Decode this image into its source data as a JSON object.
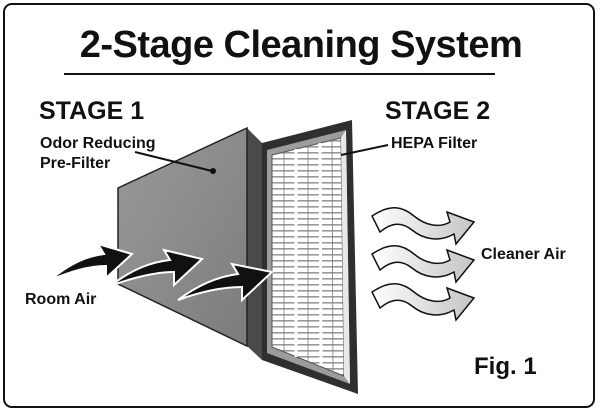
{
  "title": "2-Stage Cleaning System",
  "stage1": {
    "heading": "STAGE 1",
    "line1": "Odor Reducing",
    "line2": "Pre-Filter"
  },
  "stage2": {
    "heading": "STAGE 2",
    "label": "HEPA Filter"
  },
  "room_air": "Room Air",
  "cleaner_air": "Cleaner Air",
  "figure": "Fig. 1",
  "colors": {
    "prefilter_face": "#8a8a8a",
    "prefilter_edge": "#4a4a4a",
    "hepa_frame": "#2f2f2f",
    "hepa_frame_inner": "#9a9a9a",
    "arrow_dark": "#111111",
    "arrow_light": "#d9d9d9"
  },
  "icons": [
    "room-air-arrow-icon",
    "cleaner-air-arrow-icon"
  ]
}
